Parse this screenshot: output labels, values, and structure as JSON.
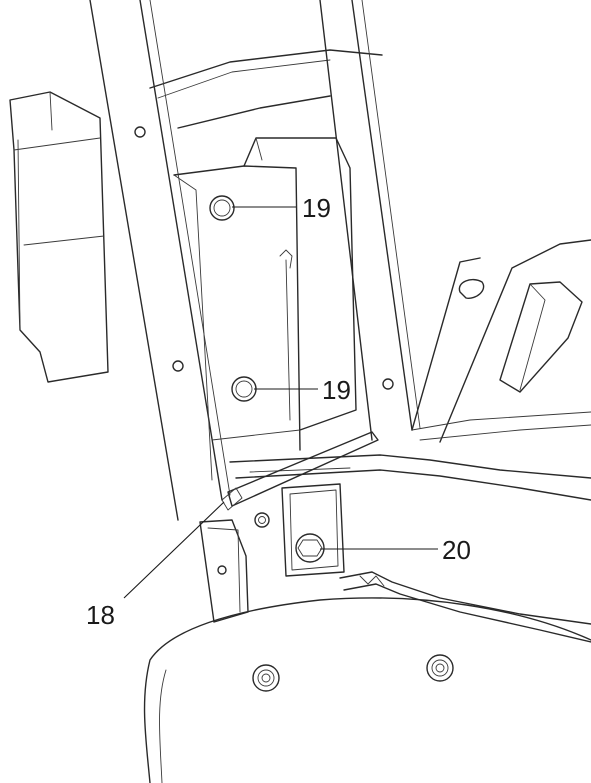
{
  "callouts": {
    "bolt_upper": "19",
    "bolt_middle": "19",
    "bolt_lower": "20",
    "brace_rod": "18"
  },
  "colors": {
    "line": "#2a2a2a",
    "background": "#ffffff"
  }
}
